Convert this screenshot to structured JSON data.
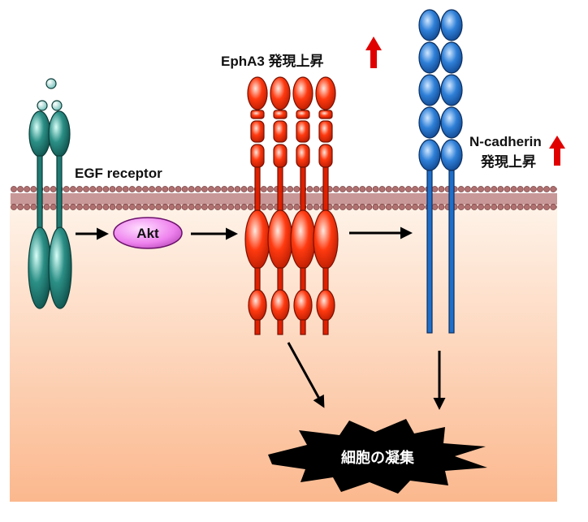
{
  "labels": {
    "egf_receptor": "EGF receptor",
    "akt": "Akt",
    "epha3": "EphA3 発現上昇",
    "ncadherin_line1": "N-cadherin",
    "ncadherin_line2": "発現上昇",
    "aggregation": "細胞の凝集"
  },
  "colors": {
    "egfr": "#1f7a73",
    "akt": "#ee82ee",
    "epha3": "#ee2200",
    "ncadherin": "#1f6fc8",
    "membrane": "#a86060",
    "up_arrow": "#e00000",
    "starburst": "#000000"
  },
  "icons": {
    "up_arrow": "red-up-arrow-icon",
    "flow_arrow": "black-arrow-icon"
  }
}
